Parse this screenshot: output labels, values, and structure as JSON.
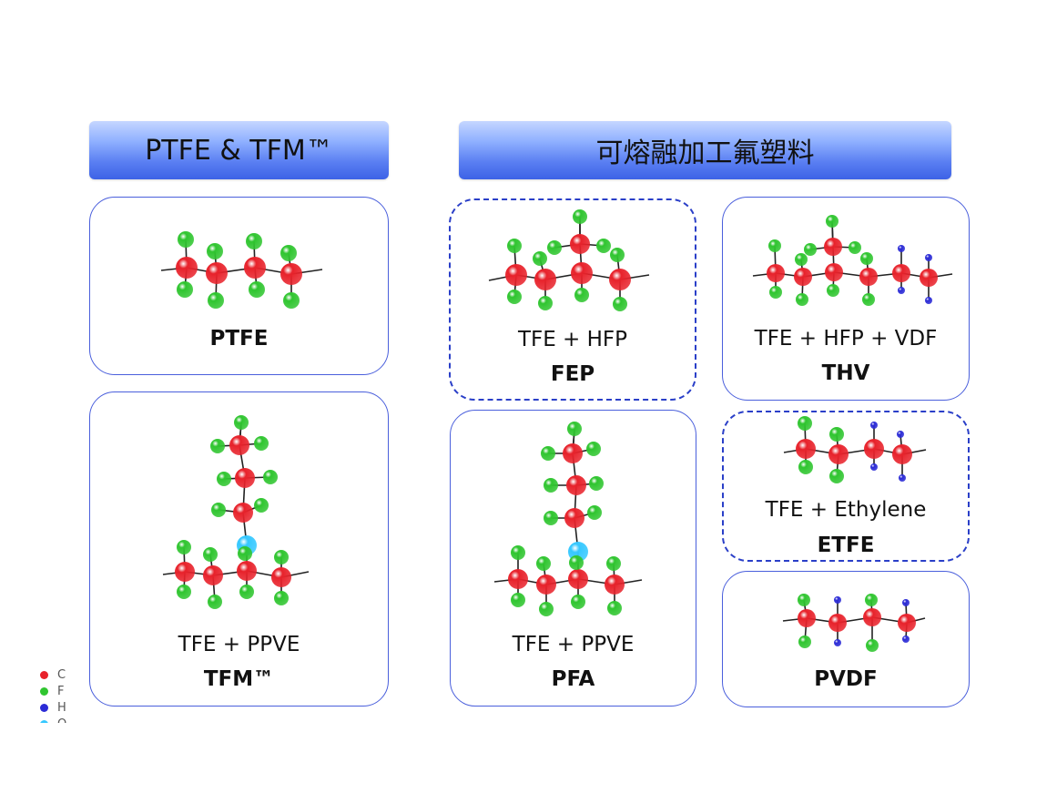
{
  "headers": {
    "left": "PTFE & TFM™",
    "right": "可熔融加工氟塑料"
  },
  "colors": {
    "C": "#e8222b",
    "F": "#2fc52f",
    "H": "#2b2bd6",
    "O": "#35c8ff",
    "bond": "#222222",
    "card_border": "#4a5fdc",
    "dashed_border": "#2a3fc8"
  },
  "cards": {
    "ptfe": {
      "name": "PTFE"
    },
    "tfm": {
      "formula": "TFE + PPVE",
      "name": "TFM™"
    },
    "fep": {
      "formula": "TFE + HFP",
      "name": "FEP"
    },
    "thv": {
      "formula": "TFE + HFP + VDF",
      "name": "THV"
    },
    "pfa": {
      "formula": "TFE + PPVE",
      "name": "PFA"
    },
    "etfe": {
      "formula": "TFE + Ethylene",
      "name": "ETFE"
    },
    "pvdf": {
      "name": "PVDF"
    }
  },
  "legend": [
    {
      "element": "C",
      "color": "#e8222b"
    },
    {
      "element": "F",
      "color": "#2fc52f"
    },
    {
      "element": "H",
      "color": "#2b2bd6"
    },
    {
      "element": "O",
      "color": "#35c8ff"
    }
  ]
}
